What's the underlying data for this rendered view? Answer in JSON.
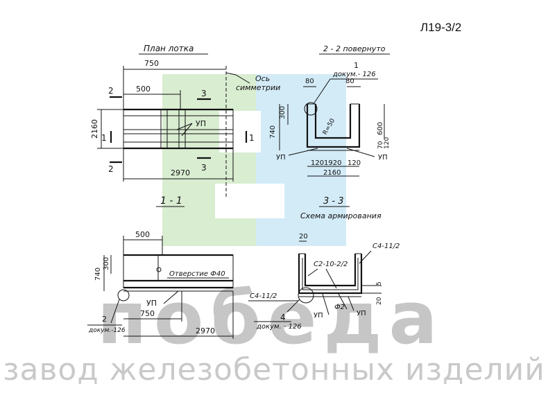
{
  "doc_code": "Л19-3/2",
  "watermark": {
    "brand": "победа",
    "tagline": "завод железобетонных изделий"
  },
  "plan": {
    "title": "План лотка",
    "dims": {
      "d750": "750",
      "d500": "500",
      "d2160": "2160",
      "d2970": "2970"
    },
    "axis": {
      "line1": "Ось",
      "line2": "симметрии"
    },
    "up": "УП",
    "cut2": "2",
    "cut3": "3",
    "cut1": "1"
  },
  "s22": {
    "title": "2 - 2 повернуто",
    "callout_num": "1",
    "callout_doc": "докум.- 126",
    "d80a": "80",
    "d80b": "80",
    "d300": "300",
    "d740": "740",
    "d600": "600",
    "d70": "70",
    "d120": "120",
    "r50": "R=50",
    "d120a": "120",
    "d1920": "1920",
    "d120b": "120",
    "d2160": "2160",
    "up_l": "УП",
    "up_r": "УП"
  },
  "s11": {
    "title": "1 - 1",
    "d500": "500",
    "d740": "740",
    "d300": "300",
    "hole": "Отверстие Ф40",
    "up": "УП",
    "d750": "750",
    "d2970": "2970",
    "callout_num": "2",
    "callout_doc": "докум.-126"
  },
  "s33": {
    "title": "3 - 3",
    "subtitle": "Схема армирования",
    "d20": "20",
    "c4_top": "С4-11/2",
    "c2": "С2-10-2/2",
    "c4_left": "С4-11/2",
    "d5": "5",
    "d20r": "20",
    "f2": "Ф2",
    "up1": "УП",
    "up2": "УП",
    "callout_num": "4",
    "callout_doc": "докум. - 126"
  }
}
